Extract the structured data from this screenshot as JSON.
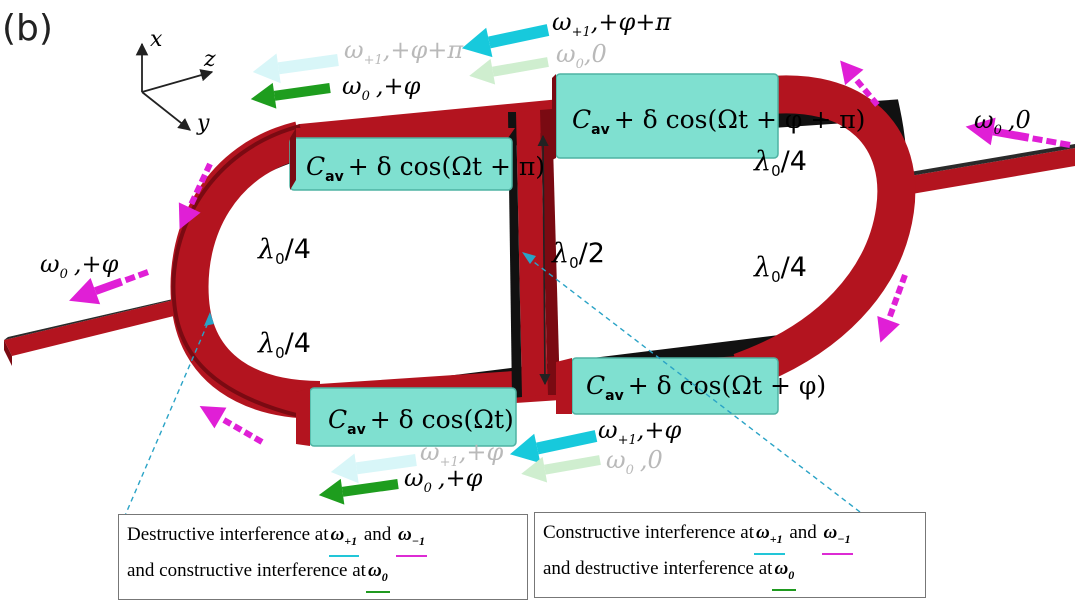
{
  "panel_label": "(b)",
  "axes": {
    "x": "x",
    "y": "y",
    "z": "z"
  },
  "capacitors": [
    {
      "id": "top-left",
      "c": "C",
      "c_sub": "av",
      "rest": "+ δ cos(Ωt + π)"
    },
    {
      "id": "top-right",
      "c": "C",
      "c_sub": "av",
      "rest": "+ δ cos(Ωt + φ + π)"
    },
    {
      "id": "bottom-left",
      "c": "C",
      "c_sub": "av",
      "rest": "+ δ cos(Ωt)"
    },
    {
      "id": "bottom-right",
      "c": "C",
      "c_sub": "av",
      "rest": "+ δ cos(Ωt + φ)"
    }
  ],
  "segments": {
    "left_upper": "λ0/4",
    "left_lower": "λ0/4",
    "right_upper": "λ0/4",
    "right_lower": "λ0/4",
    "middle": "λ0/2"
  },
  "segment_parts": {
    "lambda": "λ",
    "sub": "0",
    "q4": "/4",
    "q2": "/2"
  },
  "signals": {
    "top_faded_plus1": {
      "w": "ω",
      "sub": "+1",
      "phase": ",+φ+π"
    },
    "top_plus1": {
      "w": "ω",
      "sub": "+1",
      "phase": ",+φ+π"
    },
    "top_faded_zero": {
      "w": "ω",
      "sub": "0",
      "phase": ",0"
    },
    "top_zero": {
      "w": "ω",
      "sub": "0",
      "phase": ",+φ"
    },
    "input": {
      "w": "ω",
      "sub": "0",
      "phase": ",0"
    },
    "output": {
      "w": "ω",
      "sub": "0",
      "phase": ",+φ"
    },
    "bottom_faded_plus1": {
      "w": "ω",
      "sub": "+1",
      "phase": ",+φ"
    },
    "bottom_plus1": {
      "w": "ω",
      "sub": "+1",
      "phase": ",+φ"
    },
    "bottom_zero": {
      "w": "ω",
      "sub": "0",
      "phase": ",+φ"
    },
    "bottom_faded_zero": {
      "w": "ω",
      "sub": "0",
      "phase": ",0"
    }
  },
  "annotations": {
    "left": {
      "line1_pre": "Destructive interference at",
      "w1": "ω",
      "w1_sub": "+1",
      "and": "and",
      "w2": "ω",
      "w2_sub": "−1",
      "line2_pre": "and constructive interference at",
      "w3": "ω",
      "w3_sub": "0"
    },
    "right": {
      "line1_pre": "Constructive interference at",
      "w1": "ω",
      "w1_sub": "+1",
      "and": "and",
      "w2": "ω",
      "w2_sub": "−1",
      "line2_pre": "and destructive interference at",
      "w3": "ω",
      "w3_sub": "0"
    }
  },
  "colors": {
    "ring": "#b3141f",
    "ring_dark": "#7a0a12",
    "ring_shadow": "#111111",
    "capacitor": "#7fe0d0",
    "capacitor_edge": "#4fb3a3",
    "arrow_magenta": "#e01fd6",
    "arrow_cyan": "#17c9dc",
    "arrow_green": "#1e9d1e",
    "arrow_faded_cyan": "#d8f6f8",
    "arrow_faded_green": "#cfeecf",
    "dashed_line": "#2aa3c6"
  },
  "icons": {
    "axes": "xyz-axes-icon",
    "arrow": "arrow-icon"
  }
}
